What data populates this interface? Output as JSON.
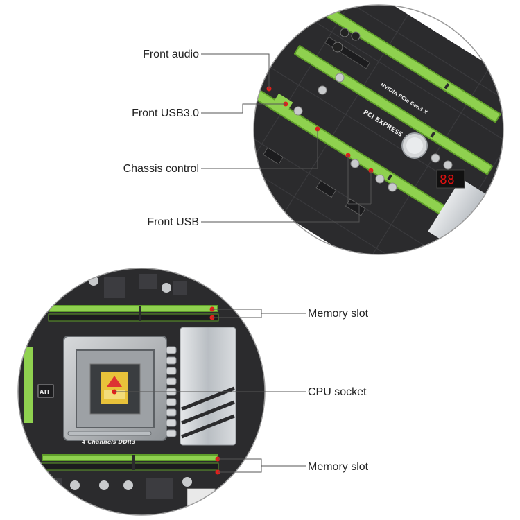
{
  "colors": {
    "pcb": "#2b2b2d",
    "pcb_dark": "#1c1c1e",
    "slot_green": "#8fd14f",
    "slot_green_dark": "#5f9e2a",
    "heatsink": "#c9cdd1",
    "leader_line": "#555555",
    "marker_red": "#e0201c",
    "circle_border": "#9a9a9a"
  },
  "top_view": {
    "labels": {
      "front_audio": "Front audio",
      "front_usb3": "Front USB3.0",
      "chassis_control": "Chassis control",
      "front_usb": "Front USB"
    },
    "board_text": {
      "pcie_express": "PCI EXPRESS 3.0",
      "pcie_sli": "NVIDIA PCIe Gen3 X"
    }
  },
  "bottom_view": {
    "labels": {
      "memory_slot_top": "Memory slot",
      "cpu_socket": "CPU socket",
      "memory_slot_bottom": "Memory slot"
    },
    "board_text": {
      "ddr3": "4 Channels DDR3",
      "ati_logo": "ATI"
    }
  }
}
